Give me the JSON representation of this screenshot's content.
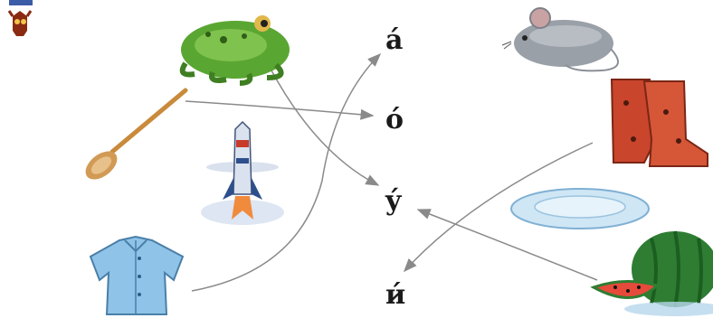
{
  "letters": [
    "á",
    "ó",
    "ý",
    "и́"
  ],
  "pictures": [
    "frog",
    "spoon",
    "rocket",
    "shirt",
    "mouse",
    "boots",
    "plate",
    "watermelon"
  ],
  "colors": {
    "arrow": "#8a8a8a",
    "frog": "#5aa632",
    "boots": "#c9452b",
    "shirt": "#8fc3e8",
    "watermelon": "#2e7d32",
    "mouse": "#9aa0a8",
    "plate": "#cfe6f5"
  }
}
